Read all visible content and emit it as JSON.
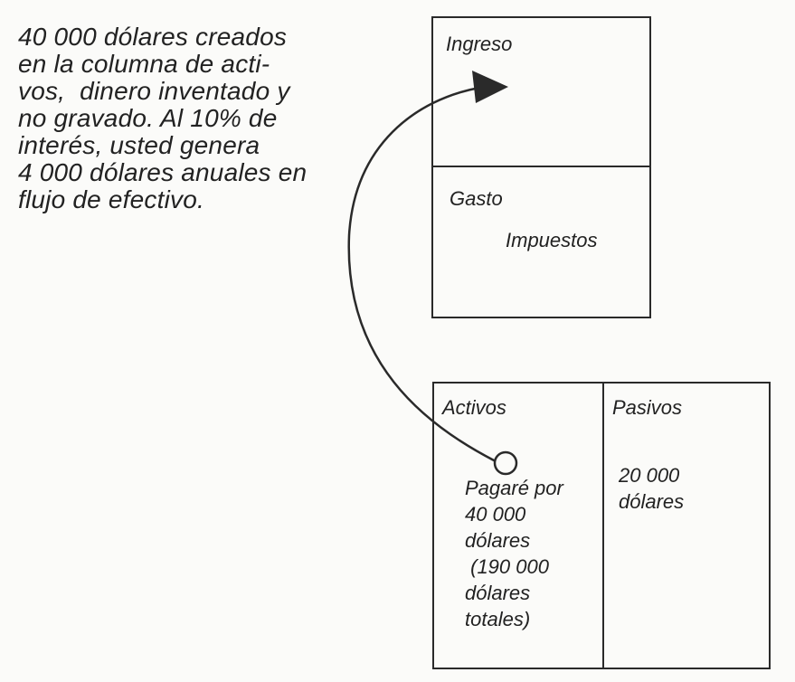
{
  "note": {
    "lines": [
      "40 000 dólares creados",
      "en la columna de acti-",
      "vos,  dinero inventado y",
      "no gravado. Al 10% de",
      "interés, usted genera",
      "4 000 dólares anuales en",
      "flujo de efectivo."
    ]
  },
  "income_statement": {
    "income_label": "Ingreso",
    "expense_label": "Gasto",
    "taxes_label": "Impuestos"
  },
  "balance_sheet": {
    "assets_label": "Activos",
    "liabilities_label": "Pasivos",
    "asset_note": [
      "Pagaré por",
      "40 000",
      "dólares",
      " (190 000",
      "dólares",
      "totales)"
    ],
    "liability_note": [
      "20 000",
      "dólares"
    ]
  }
}
